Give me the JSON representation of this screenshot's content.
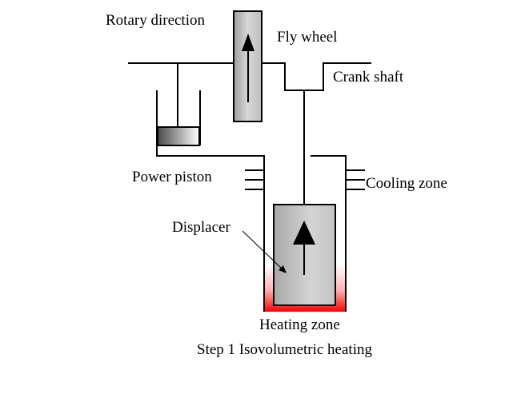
{
  "diagram": {
    "labels": {
      "rotary_direction": "Rotary direction",
      "fly_wheel": "Fly wheel",
      "crank_shaft": "Crank shaft",
      "power_piston": "Power piston",
      "cooling_zone": "Cooling zone",
      "displacer": "Displacer",
      "heating_zone": "Heating zone",
      "caption": "Step 1  Isovolumetric heating"
    },
    "colors": {
      "line": "#000000",
      "flywheel_fill": "#c9c9c9",
      "displacer_fill": "#c4c4c4",
      "piston_dark": "#5a5a5a",
      "heat_red": "#ff0000"
    }
  }
}
